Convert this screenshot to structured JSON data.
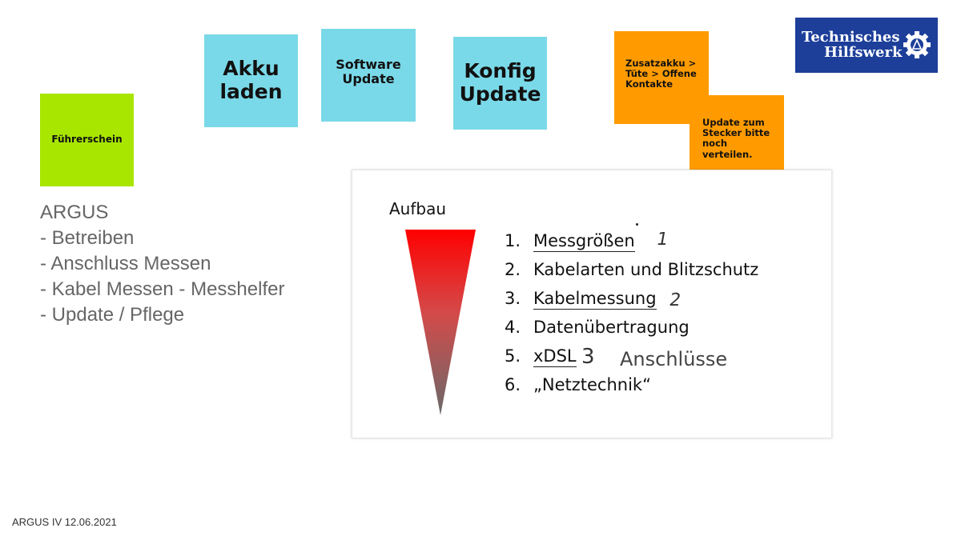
{
  "sticky_notes": {
    "fuehrerschein": "Führerschein",
    "akku": [
      "Akku",
      "laden"
    ],
    "software": [
      "Software",
      "Update"
    ],
    "konfig": [
      "Konfig",
      "Update"
    ],
    "zusatzakku": [
      "Zusatzakku >",
      "Tüte > Offene",
      "Kontakte"
    ],
    "stecker": [
      "Update zum",
      "Stecker bitte",
      "noch",
      "verteilen."
    ]
  },
  "logo": {
    "line1": "Technisches",
    "line2": "Hilfswerk"
  },
  "argus": {
    "title": "ARGUS",
    "items": [
      "- Betreiben",
      "- Anschluss Messen",
      "- Kabel Messen - Messhelfer",
      "- Update / Pflege"
    ]
  },
  "slide": {
    "title": "Aufbau",
    "agenda": [
      {
        "num": "1.",
        "label": "Messgrößen"
      },
      {
        "num": "2.",
        "label": "Kabelarten und Blitzschutz"
      },
      {
        "num": "3.",
        "label": "Kabelmessung"
      },
      {
        "num": "4.",
        "label": "Datenübertragung"
      },
      {
        "num": "5.",
        "label": "xDSL"
      },
      {
        "num": "6.",
        "label": "„Netztechnik“"
      }
    ],
    "handwritten": {
      "mark1": "1",
      "mark2": "2",
      "mark3": "3",
      "anschluesse": "Anschlüsse"
    }
  },
  "footer": "ARGUS IV 12.06.2021"
}
